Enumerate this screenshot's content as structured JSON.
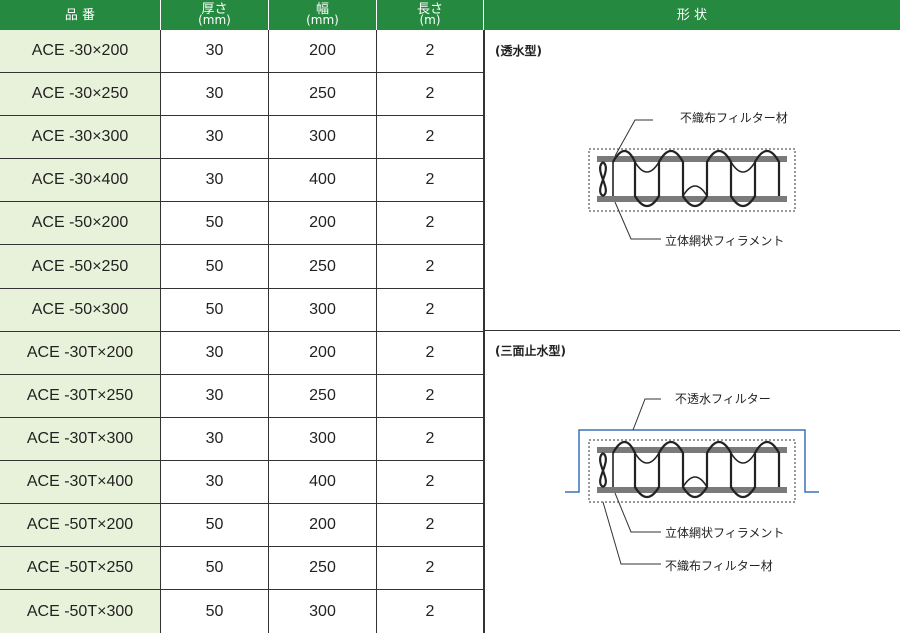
{
  "header": {
    "col1": "品 番",
    "col2_top": "厚さ",
    "col2_sub": "(mm)",
    "col3_top": "幅",
    "col3_sub": "(mm)",
    "col4_top": "長さ",
    "col4_sub": "(m)",
    "col5": "形 状"
  },
  "rows": [
    [
      "ACE -30×200",
      "30",
      "200",
      "2"
    ],
    [
      "ACE -30×250",
      "30",
      "250",
      "2"
    ],
    [
      "ACE -30×300",
      "30",
      "300",
      "2"
    ],
    [
      "ACE -30×400",
      "30",
      "400",
      "2"
    ],
    [
      "ACE -50×200",
      "50",
      "200",
      "2"
    ],
    [
      "ACE -50×250",
      "50",
      "250",
      "2"
    ],
    [
      "ACE -50×300",
      "50",
      "300",
      "2"
    ],
    [
      "ACE -30T×200",
      "30",
      "200",
      "2"
    ],
    [
      "ACE -30T×250",
      "30",
      "250",
      "2"
    ],
    [
      "ACE -30T×300",
      "30",
      "300",
      "2"
    ],
    [
      "ACE -30T×400",
      "30",
      "400",
      "2"
    ],
    [
      "ACE -50T×200",
      "50",
      "200",
      "2"
    ],
    [
      "ACE -50T×250",
      "50",
      "250",
      "2"
    ],
    [
      "ACE -50T×300",
      "50",
      "300",
      "2"
    ]
  ],
  "shapes": {
    "type1_label": "(透水型)",
    "type1_top_annotation": "不織布フィルター材",
    "type1_bottom_annotation": "立体網状フィラメント",
    "type2_label": "(三面止水型)",
    "type2_top_annotation": "不透水フィルター",
    "type2_mid_annotation": "立体網状フィラメント",
    "type2_bottom_annotation": "不織布フィルター材"
  }
}
